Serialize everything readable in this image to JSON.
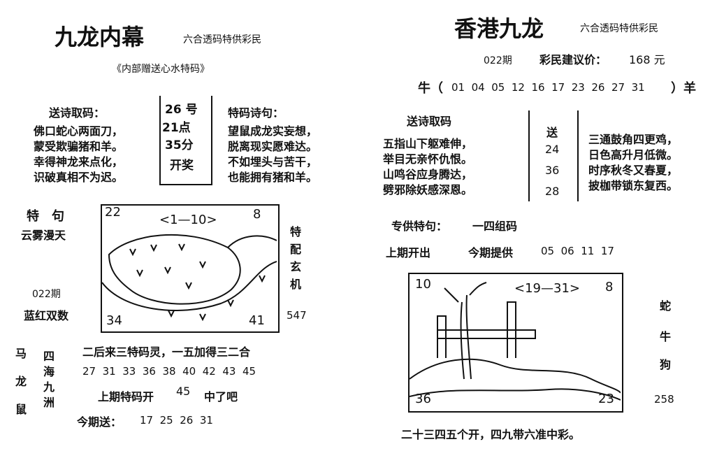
{
  "left": {
    "title": "九龙内幕",
    "subtitle": "六合透码特供彩民",
    "bracket_note": "《内部赠送心水特码》",
    "poem_header": "送诗取码：",
    "poem_lines": [
      "佛口蛇心两面刀，",
      "蒙受欺骗猪和羊。",
      "幸得神龙来点化，",
      "识破真相不为迟。"
    ],
    "num_box": [
      "26 号",
      "21点",
      "35分",
      "开奖"
    ],
    "tema_header": "特码诗句：",
    "tema_lines": [
      "望鼠成龙实妄想，",
      "脱离现实愿难达。",
      "不如埋头与苦干，",
      "也能拥有猪和羊。"
    ],
    "teju_label": "特　句",
    "teju_value": "云雾漫天",
    "issue": "022期",
    "color_hint": "蓝红双数",
    "side_vertical": [
      "特",
      "配",
      "玄",
      "机"
    ],
    "side_number": "547",
    "pic_labels": {
      "tl": "22",
      "top": "<1—10>",
      "tr": "8",
      "bl": "34",
      "br": "41"
    },
    "zodiac_col": [
      "马",
      "龙",
      "鼠"
    ],
    "sea_col": [
      "四",
      "海",
      "九",
      "洲"
    ],
    "line1": "二后来三特码灵，一五加得三二合",
    "numbers_line": "27  31  33  36  38  40  42  43  45",
    "last_label": "上期特码开",
    "last_value": "45",
    "last_tail": "中了吧",
    "send_label": "今期送：",
    "send_numbers": "17  25  26  31"
  },
  "right": {
    "title": "香港九龙",
    "subtitle": "六合透码特供彩民",
    "issue": "022期",
    "price_label": "彩民建议价：",
    "price_value": "168 元",
    "ox_line_start": "牛（",
    "ox_numbers": "01  04  05  12  16  17  23  26  27  31",
    "ox_line_end": "）羊",
    "poem_header": "送诗取码",
    "poem_lines": [
      "五指山下躯难伸，",
      "举目无亲怀仇恨。",
      "山鸣谷应身腾达，",
      "劈邪除妖感深恩。"
    ],
    "send_box": [
      "送",
      "24",
      "36",
      "28"
    ],
    "poem2_lines": [
      "三通鼓角四更鸡，",
      "日色高升月低微。",
      "时序秋冬又春夏，",
      "披枷带锁东复西。"
    ],
    "special_label": "专供特句：",
    "special_value": "一四组码",
    "last_open": "上期开出",
    "this_provide": "今期提供",
    "provide_numbers": "05  06  11  17",
    "pic_labels": {
      "tl": "10",
      "top": "<19—31>",
      "tr": "8",
      "bl": "36",
      "br": "23"
    },
    "zodiac_col": [
      "蛇",
      "牛",
      "狗"
    ],
    "side_number": "258",
    "bottom_line": "二十三四五个开，四九带六准中彩。"
  }
}
